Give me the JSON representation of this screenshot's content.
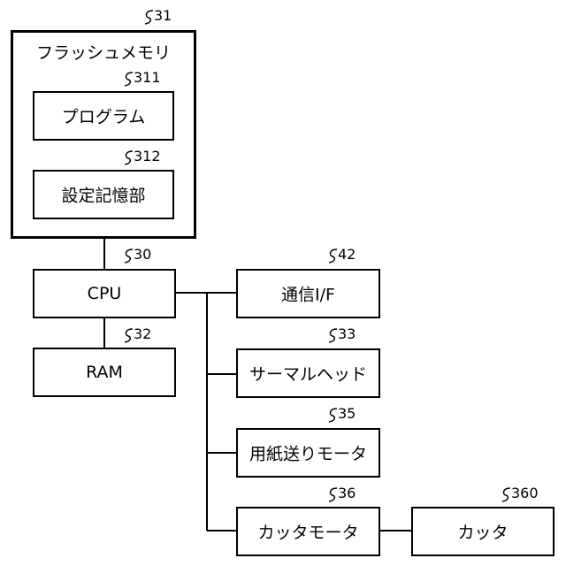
{
  "flash": {
    "title": "フラッシュメモリ",
    "ref": "31"
  },
  "program": {
    "label": "プログラム",
    "ref": "311"
  },
  "settings": {
    "label": "設定記憶部",
    "ref": "312"
  },
  "cpu": {
    "label": "CPU",
    "ref": "30"
  },
  "ram": {
    "label": "RAM",
    "ref": "32"
  },
  "comm": {
    "label": "通信I/F",
    "ref": "42"
  },
  "thermal": {
    "label": "サーマルヘッド",
    "ref": "33"
  },
  "feed_motor": {
    "label": "用紙送りモータ",
    "ref": "35"
  },
  "cutter_motor": {
    "label": "カッタモータ",
    "ref": "36"
  },
  "cutter": {
    "label": "カッタ",
    "ref": "360"
  }
}
